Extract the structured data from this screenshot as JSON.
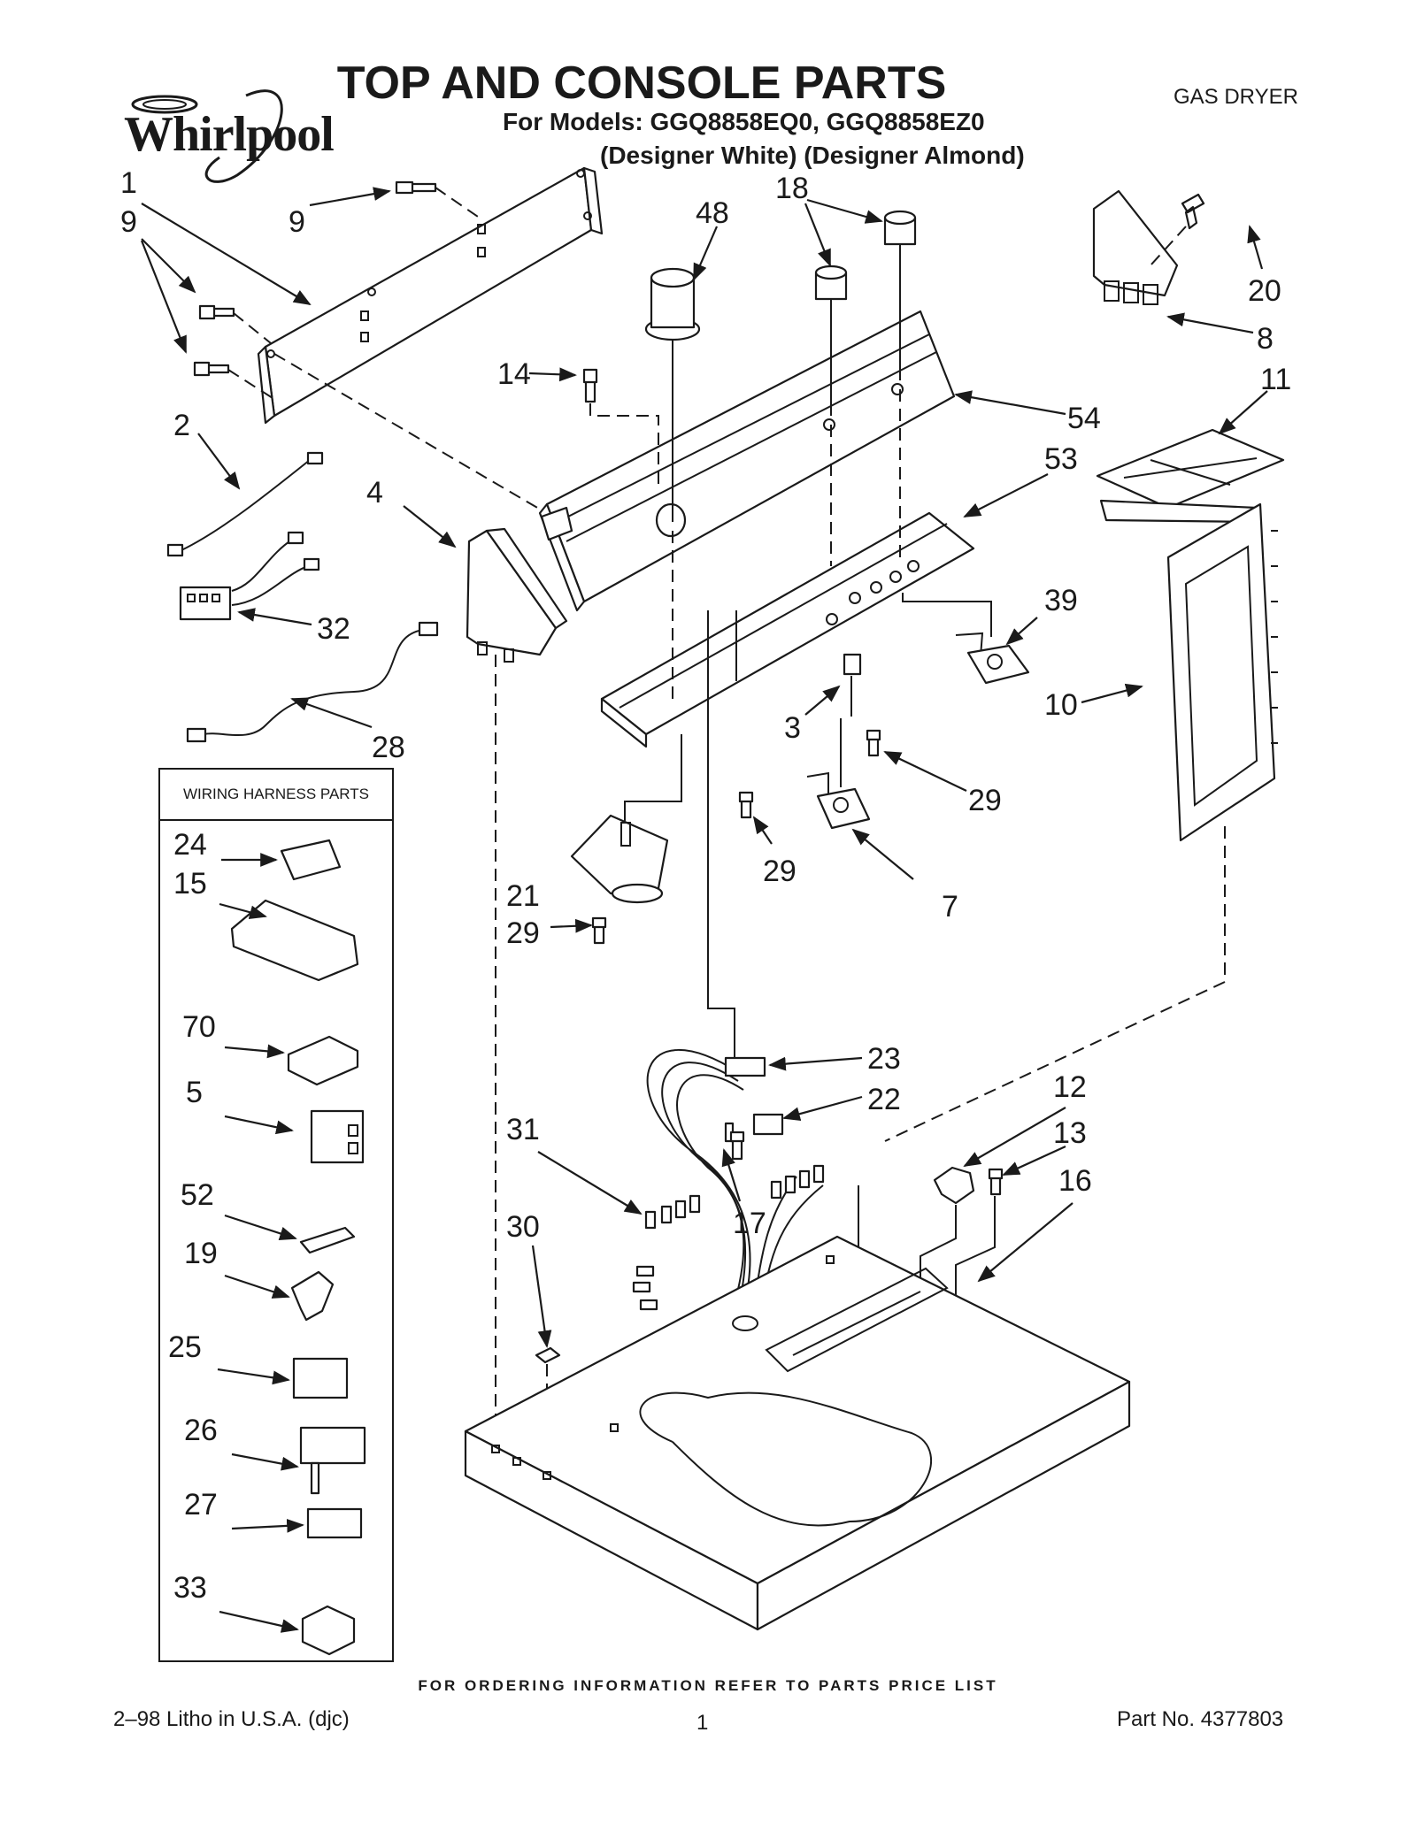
{
  "brand": {
    "logo_text": "Whirlpool"
  },
  "header": {
    "title": "TOP AND CONSOLE PARTS",
    "models": "For Models: GGQ8858EQ0, GGQ8858EZ0",
    "finishes": "(Designer White) (Designer Almond)",
    "product_type": "GAS DRYER"
  },
  "wiring_box": {
    "title": "WIRING HARNESS PARTS"
  },
  "callouts": {
    "c1": "1",
    "c9a": "9",
    "c9b": "9",
    "c2": "2",
    "c4": "4",
    "c32": "32",
    "c28": "28",
    "c48": "48",
    "c18": "18",
    "c14": "14",
    "c54": "54",
    "c53": "53",
    "c20": "20",
    "c8": "8",
    "c11": "11",
    "c39": "39",
    "c10": "10",
    "c3": "3",
    "c29a": "29",
    "c29b": "29",
    "c29c": "29",
    "c7": "7",
    "c21": "21",
    "c23": "23",
    "c22": "22",
    "c12": "12",
    "c13": "13",
    "c16": "16",
    "c31": "31",
    "c30": "30",
    "c17": "17",
    "w24": "24",
    "w15": "15",
    "w70": "70",
    "w5": "5",
    "w52": "52",
    "w19": "19",
    "w25": "25",
    "w26": "26",
    "w27": "27",
    "w33": "33"
  },
  "footer": {
    "order_note": "FOR ORDERING INFORMATION REFER TO PARTS PRICE LIST",
    "litho": "2–98 Litho in U.S.A. (djc)",
    "page_number": "1",
    "part_number": "Part No. 4377803"
  }
}
